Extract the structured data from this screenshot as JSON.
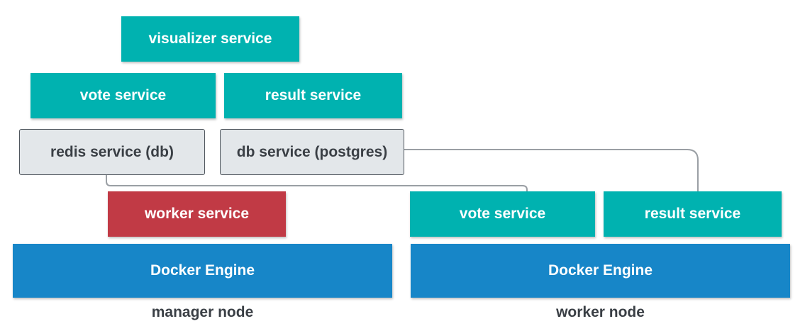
{
  "manager": {
    "visualizer_service": "visualizer service",
    "vote_service": "vote service",
    "result_service": "result service",
    "redis_service": "redis service (db)",
    "db_service": "db service (postgres)",
    "worker_service": "worker service",
    "engine": "Docker Engine",
    "node_label": "manager node"
  },
  "worker": {
    "vote_service": "vote service",
    "result_service": "result service",
    "engine": "Docker Engine",
    "node_label": "worker node"
  },
  "colors": {
    "service_teal": "#00b2b0",
    "worker_red": "#c13a45",
    "engine_blue": "#1786c8",
    "db_gray": "#e3e7ea",
    "connector_gray": "#9a9fa4"
  }
}
